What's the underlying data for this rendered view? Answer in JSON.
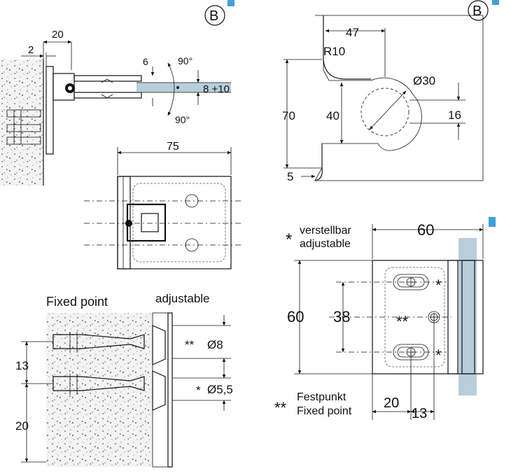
{
  "colors": {
    "glass": "#b8cedb",
    "badge": "#3fa0d8",
    "concrete": "#ececec",
    "line": "#111111"
  },
  "icons": [
    "close-badge-icon",
    "close-badge-icon",
    "dowel-icon",
    "screw-head-icon"
  ],
  "view_b": {
    "label_left": "B",
    "label_right": "B"
  },
  "side_view": {
    "dim_20": "20",
    "dim_2": "2",
    "dim_6": "6",
    "dim_glass": "8 +10",
    "angle_up": "90°",
    "angle_down": "90°"
  },
  "top_view": {
    "dim_75": "75"
  },
  "cutout": {
    "dim_47": "47",
    "radius": "R10",
    "diameter": "Ø30",
    "dim_70": "70",
    "dim_40": "40",
    "dim_16": "16",
    "dim_5": "5"
  },
  "anchor_section": {
    "title_fixed": "Fixed point",
    "title_adjustable": "adjustable",
    "dim_13": "13",
    "dim_20": "20",
    "marker_fixed": "**",
    "hole_fixed": "Ø8",
    "marker_adj": "*",
    "hole_adj": "Ø5,5"
  },
  "legend": {
    "star": "*",
    "line1": "verstellbar",
    "line2": "adjustable",
    "dstar": "**",
    "line3": "Festpunkt",
    "line4": "Fixed point"
  },
  "plate_view": {
    "dim_width": "60",
    "dim_height": "60",
    "dim_38": "38",
    "dim_20": "20",
    "dim_13": "13",
    "star_top": "*",
    "dstar_mid": "**",
    "star_bottom": "*"
  }
}
